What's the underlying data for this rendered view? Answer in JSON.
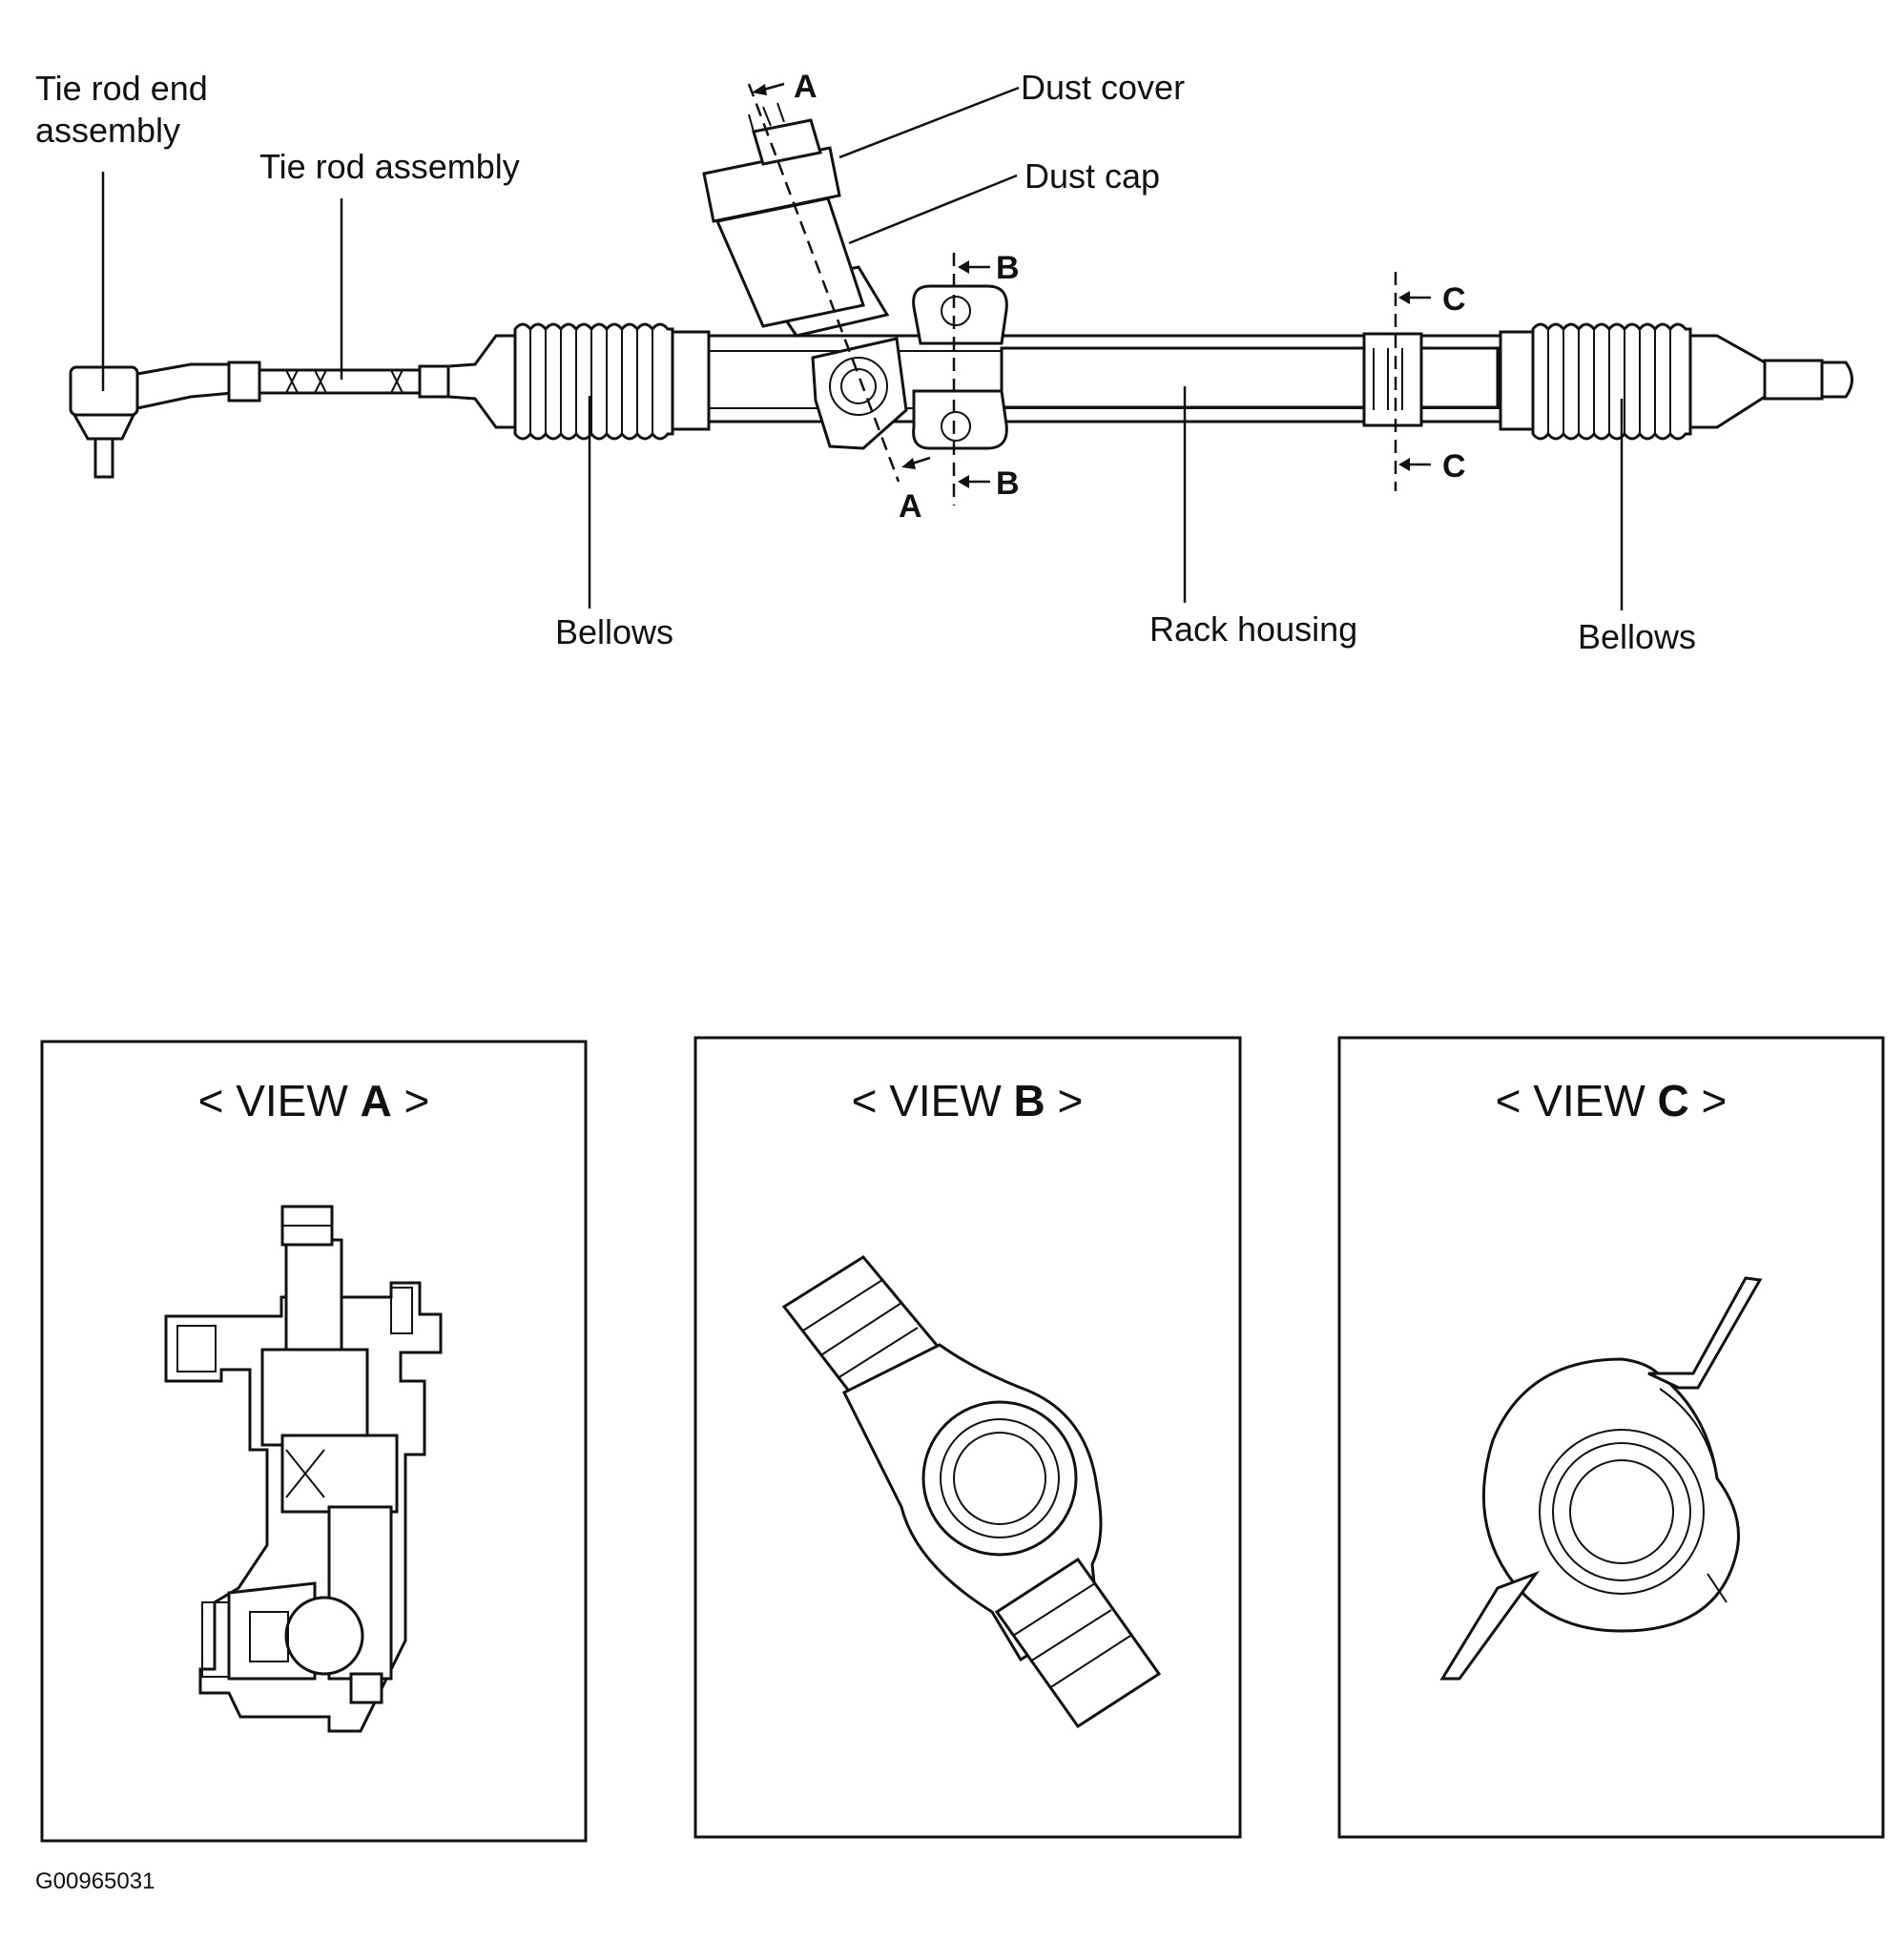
{
  "labels": {
    "tie_rod_end_line1": "Tie rod end",
    "tie_rod_end_line2": "assembly",
    "tie_rod": "Tie rod assembly",
    "dust_cover": "Dust cover",
    "dust_cap": "Dust cap",
    "bellows_left": "Bellows",
    "rack_housing": "Rack housing",
    "bellows_right": "Bellows"
  },
  "section_markers": {
    "a_top": "A",
    "a_bottom": "A",
    "b_top": "B",
    "b_bottom": "B",
    "c_top": "C",
    "c_bottom": "C"
  },
  "views": [
    {
      "prefix": "< VIEW ",
      "letter": "A",
      "suffix": " >"
    },
    {
      "prefix": "< VIEW ",
      "letter": "B",
      "suffix": " >"
    },
    {
      "prefix": "< VIEW ",
      "letter": "C",
      "suffix": " >"
    }
  ],
  "figure_code": "G00965031"
}
